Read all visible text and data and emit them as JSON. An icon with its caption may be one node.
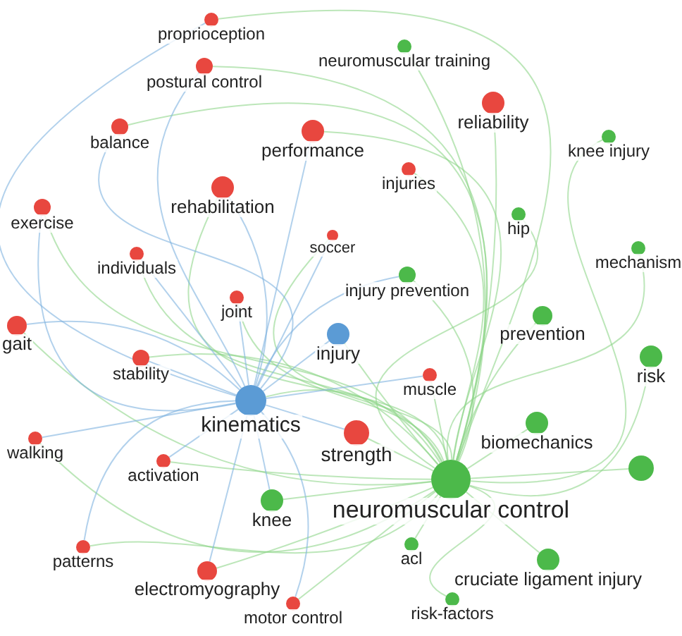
{
  "diagram": {
    "nodes": [
      {
        "text": [
          "proprioception"
        ]
      },
      {
        "text": [
          "neuromuscular training"
        ]
      },
      {
        "text": [
          "postural control"
        ]
      },
      {
        "text": [
          "reliability"
        ]
      },
      {
        "text": [
          "performance"
        ]
      },
      {
        "text": [
          "balance"
        ]
      },
      {
        "text": [
          "knee injury"
        ]
      },
      {
        "text": [
          "injuries"
        ]
      },
      {
        "text": [
          "rehabilitation"
        ]
      },
      {
        "text": [
          "exercise"
        ]
      },
      {
        "text": [
          "hip"
        ]
      },
      {
        "text": [
          "soccer"
        ]
      },
      {
        "text": [
          "individuals"
        ]
      },
      {
        "text": [
          "mechanism"
        ]
      },
      {
        "text": [
          "injury prevention"
        ]
      },
      {
        "text": [
          "joint"
        ]
      },
      {
        "text": [
          "prevention"
        ]
      },
      {
        "text": [
          "gait"
        ]
      },
      {
        "text": [
          "injury"
        ]
      },
      {
        "text": [
          "risk"
        ]
      },
      {
        "text": [
          "stability"
        ]
      },
      {
        "text": [
          "muscle"
        ]
      },
      {
        "text": [
          "kinematics"
        ]
      },
      {
        "text": [
          "strength"
        ]
      },
      {
        "text": [
          "biomechanics"
        ]
      },
      {
        "text": [
          "walking"
        ]
      },
      {
        "text": [
          "activation"
        ]
      },
      {
        "text": [
          "neuromuscular control"
        ]
      },
      {
        "text": [],
        "shape": "circle"
      },
      {
        "text": [
          "knee"
        ]
      },
      {
        "text": [
          "acl"
        ]
      },
      {
        "text": [
          "patterns"
        ]
      },
      {
        "text": [
          "cruciate ligament injury"
        ]
      },
      {
        "text": [
          "electromyography"
        ]
      },
      {
        "text": [
          "motor control"
        ]
      },
      {
        "text": [
          "risk-factors"
        ]
      }
    ],
    "edges": [
      {
        "from": 27,
        "to": 0,
        "arrow": "none"
      },
      {
        "from": 27,
        "to": 1,
        "arrow": "none"
      },
      {
        "from": 27,
        "to": 2,
        "arrow": "none"
      },
      {
        "from": 27,
        "to": 3,
        "arrow": "none"
      },
      {
        "from": 27,
        "to": 4,
        "arrow": "none"
      },
      {
        "from": 27,
        "to": 5,
        "arrow": "none"
      },
      {
        "from": 27,
        "to": 6,
        "arrow": "none"
      },
      {
        "from": 27,
        "to": 7,
        "arrow": "none"
      },
      {
        "from": 27,
        "to": 8,
        "arrow": "none"
      },
      {
        "from": 27,
        "to": 9,
        "arrow": "none"
      },
      {
        "from": 27,
        "to": 10,
        "arrow": "none"
      },
      {
        "from": 27,
        "to": 11,
        "arrow": "none"
      },
      {
        "from": 27,
        "to": 12,
        "arrow": "none"
      },
      {
        "from": 27,
        "to": 13,
        "arrow": "none"
      },
      {
        "from": 27,
        "to": 14,
        "arrow": "none"
      },
      {
        "from": 27,
        "to": 15,
        "arrow": "none"
      },
      {
        "from": 27,
        "to": 16,
        "arrow": "none"
      },
      {
        "from": 27,
        "to": 17,
        "arrow": "none"
      },
      {
        "from": 27,
        "to": 18,
        "arrow": "none"
      },
      {
        "from": 27,
        "to": 19,
        "arrow": "none"
      },
      {
        "from": 27,
        "to": 20,
        "arrow": "none"
      },
      {
        "from": 27,
        "to": 21,
        "arrow": "none"
      },
      {
        "from": 27,
        "to": 22,
        "arrow": "none"
      },
      {
        "from": 27,
        "to": 23,
        "arrow": "none"
      },
      {
        "from": 27,
        "to": 24,
        "arrow": "none"
      },
      {
        "from": 27,
        "to": 25,
        "arrow": "none"
      },
      {
        "from": 27,
        "to": 26,
        "arrow": "none"
      },
      {
        "from": 27,
        "to": 28,
        "arrow": "none"
      },
      {
        "from": 27,
        "to": 29,
        "arrow": "none"
      },
      {
        "from": 27,
        "to": 30,
        "arrow": "none"
      },
      {
        "from": 27,
        "to": 31,
        "arrow": "none"
      },
      {
        "from": 27,
        "to": 32,
        "arrow": "none"
      },
      {
        "from": 27,
        "to": 33,
        "arrow": "none"
      },
      {
        "from": 27,
        "to": 34,
        "arrow": "none"
      },
      {
        "from": 27,
        "to": 35,
        "arrow": "none"
      },
      {
        "from": 22,
        "to": 0,
        "arrow": "none",
        "color": "#7fb2e0"
      },
      {
        "from": 22,
        "to": 2,
        "arrow": "none",
        "color": "#7fb2e0"
      },
      {
        "from": 22,
        "to": 4,
        "arrow": "none",
        "color": "#7fb2e0"
      },
      {
        "from": 22,
        "to": 5,
        "arrow": "none",
        "color": "#7fb2e0"
      },
      {
        "from": 22,
        "to": 8,
        "arrow": "none",
        "color": "#7fb2e0"
      },
      {
        "from": 22,
        "to": 9,
        "arrow": "none",
        "color": "#7fb2e0"
      },
      {
        "from": 22,
        "to": 11,
        "arrow": "none",
        "color": "#7fb2e0"
      },
      {
        "from": 22,
        "to": 12,
        "arrow": "none",
        "color": "#7fb2e0"
      },
      {
        "from": 22,
        "to": 14,
        "arrow": "none",
        "color": "#7fb2e0"
      },
      {
        "from": 22,
        "to": 15,
        "arrow": "none",
        "color": "#7fb2e0"
      },
      {
        "from": 22,
        "to": 17,
        "arrow": "none",
        "color": "#7fb2e0"
      },
      {
        "from": 22,
        "to": 18,
        "arrow": "none",
        "color": "#7fb2e0"
      },
      {
        "from": 22,
        "to": 20,
        "arrow": "none",
        "color": "#7fb2e0"
      },
      {
        "from": 22,
        "to": 21,
        "arrow": "none",
        "color": "#7fb2e0"
      },
      {
        "from": 22,
        "to": 23,
        "arrow": "none",
        "color": "#7fb2e0"
      },
      {
        "from": 22,
        "to": 25,
        "arrow": "none",
        "color": "#7fb2e0"
      },
      {
        "from": 22,
        "to": 26,
        "arrow": "none",
        "color": "#7fb2e0"
      },
      {
        "from": 22,
        "to": 29,
        "arrow": "none",
        "color": "#7fb2e0"
      },
      {
        "from": 22,
        "to": 31,
        "arrow": "none",
        "color": "#7fb2e0"
      },
      {
        "from": 22,
        "to": 33,
        "arrow": "none",
        "color": "#7fb2e0"
      },
      {
        "from": 22,
        "to": 34,
        "arrow": "none",
        "color": "#7fb2e0"
      }
    ]
  }
}
